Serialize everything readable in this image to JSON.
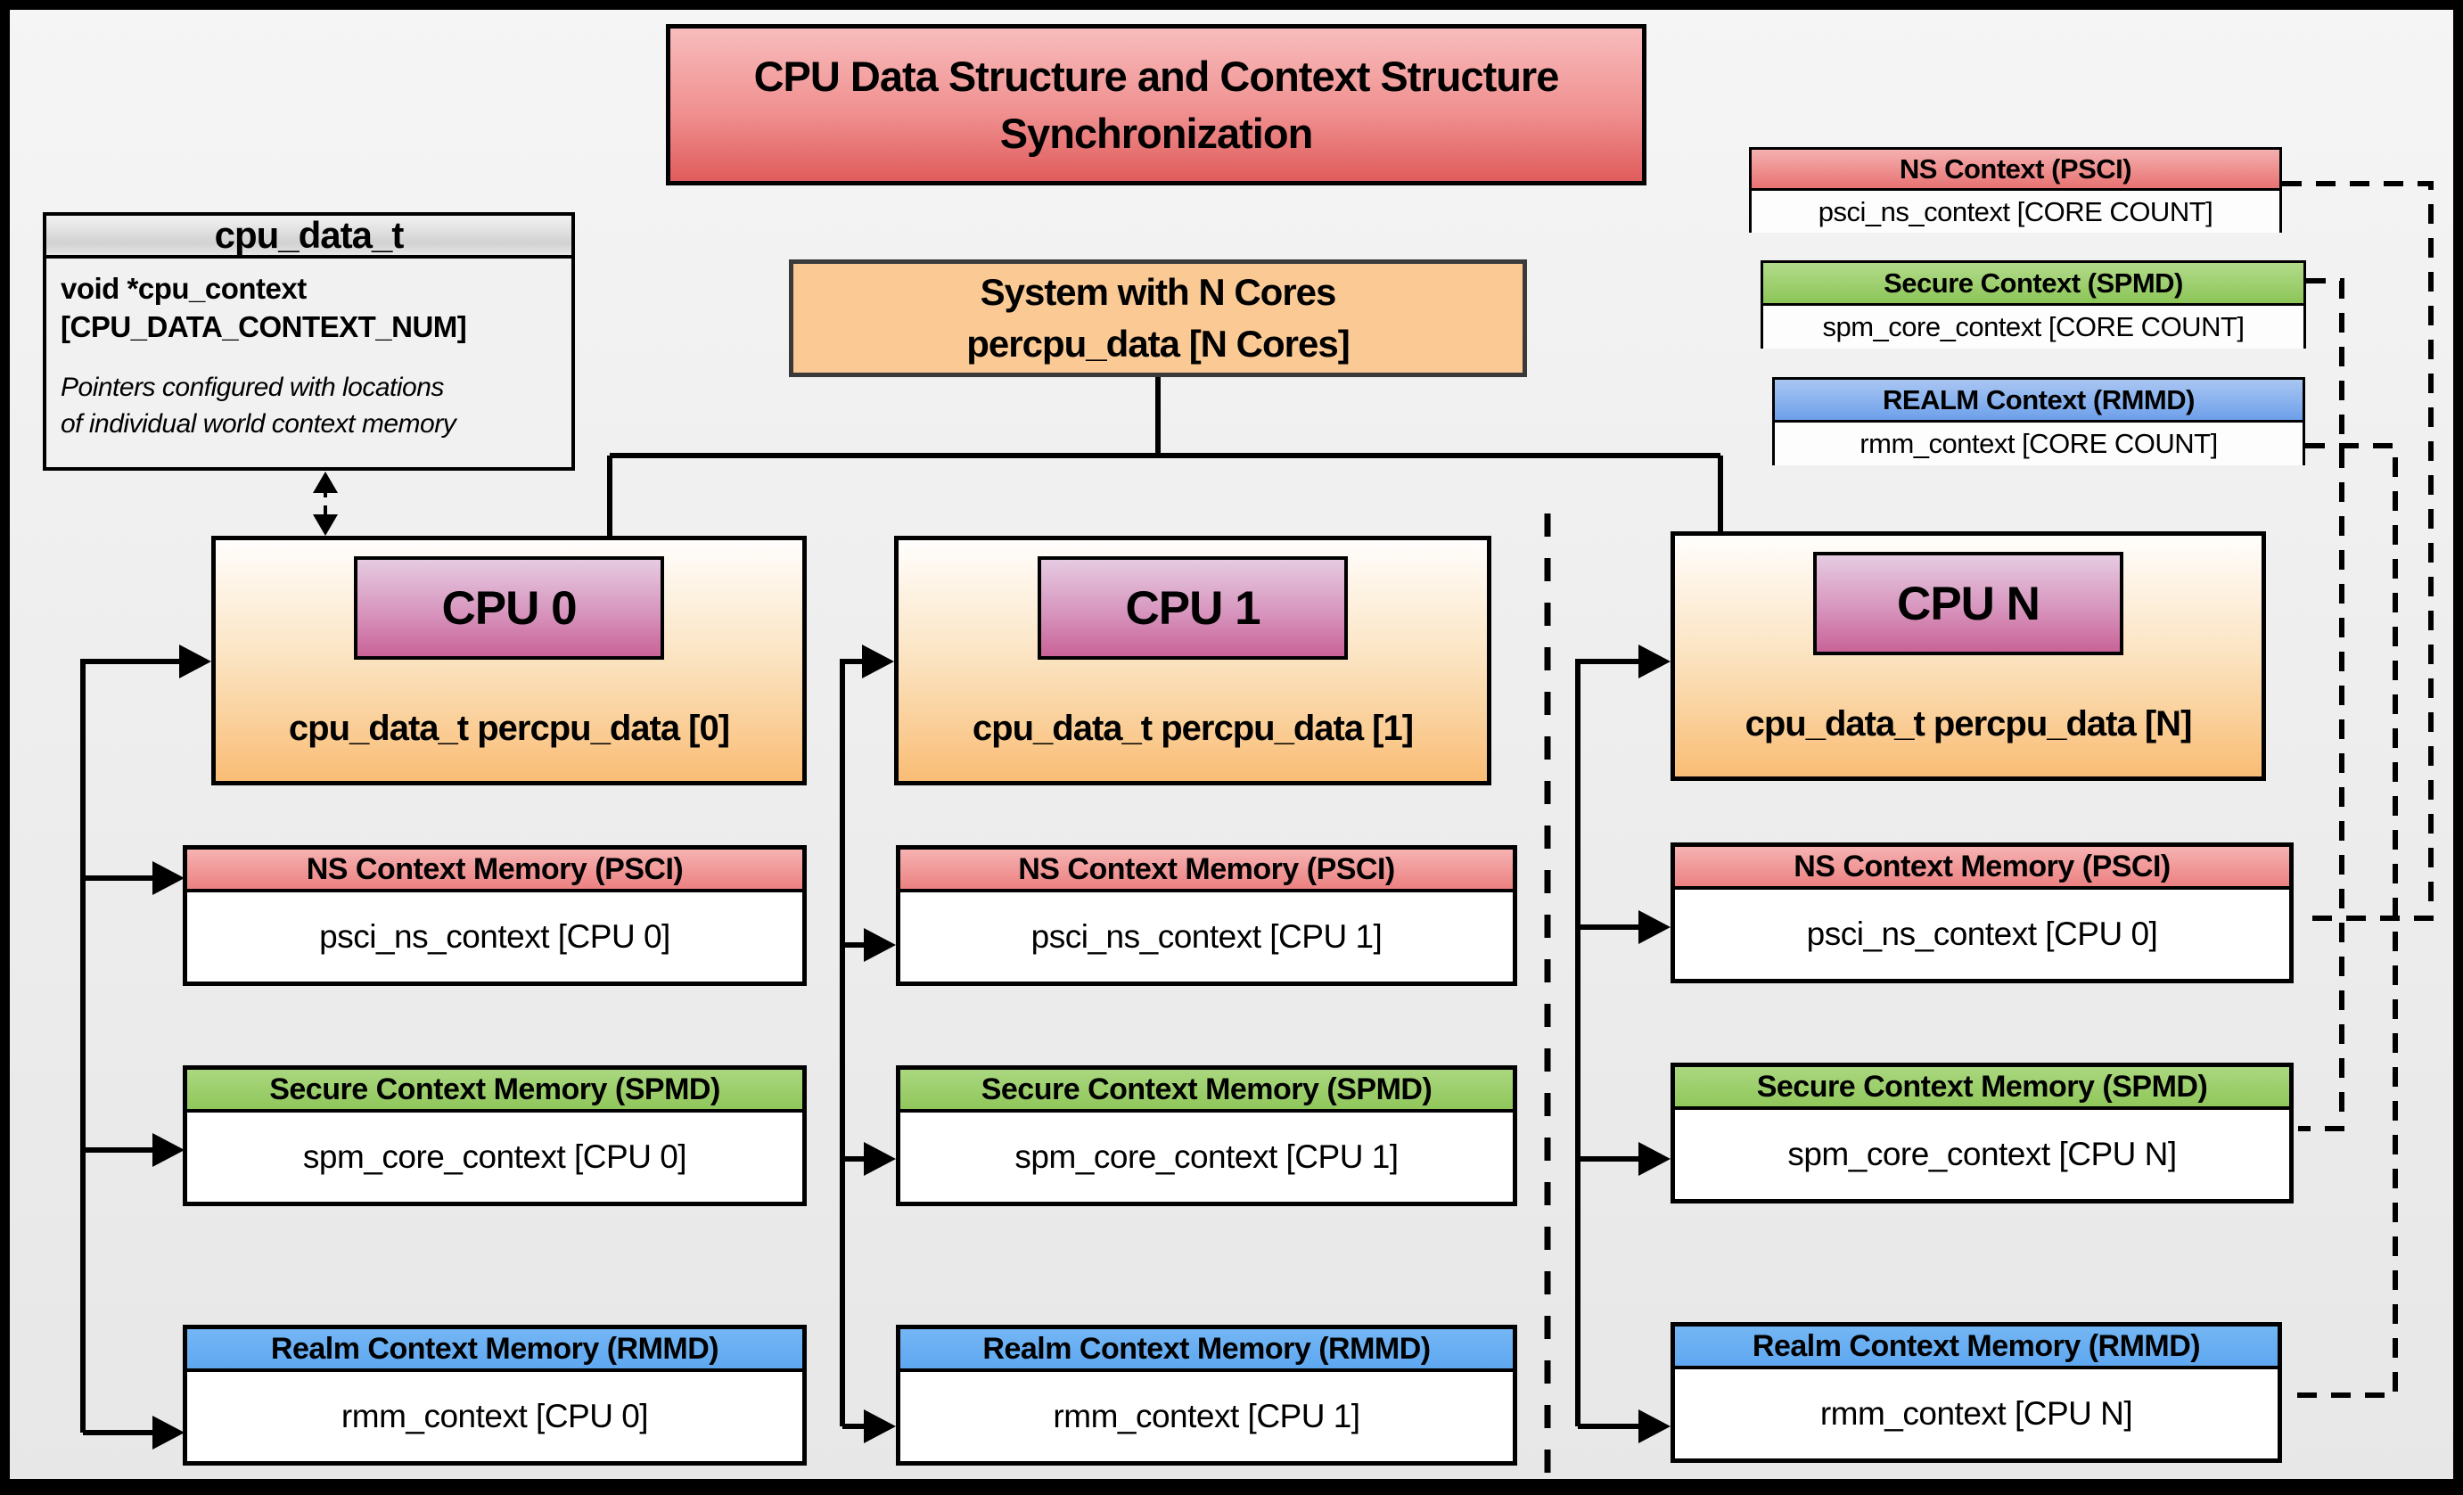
{
  "title": "CPU Data Structure and Context Structure Synchronization",
  "cpu_data_t": {
    "header": "cpu_data_t",
    "field_line1": "void  *cpu_context",
    "field_line2": "[CPU_DATA_CONTEXT_NUM]",
    "note_line1": "Pointers configured with locations",
    "note_line2": "of individual world context memory"
  },
  "system": {
    "line1": "System with N Cores",
    "line2": "percpu_data [N Cores]"
  },
  "legend": {
    "ns": {
      "header": "NS Context  (PSCI)",
      "body": "psci_ns_context [CORE COUNT]"
    },
    "secure": {
      "header": "Secure Context (SPMD)",
      "body": "spm_core_context [CORE COUNT]"
    },
    "realm": {
      "header": "REALM Context (RMMD)",
      "body": "rmm_context [CORE COUNT]"
    }
  },
  "cpus": [
    {
      "name": "CPU 0",
      "label": "cpu_data_t percpu_data [0]",
      "ns_header": "NS Context Memory (PSCI)",
      "ns_body": "psci_ns_context [CPU 0]",
      "secure_header": "Secure Context Memory (SPMD)",
      "secure_body": "spm_core_context [CPU 0]",
      "realm_header": "Realm Context Memory (RMMD)",
      "realm_body": "rmm_context [CPU 0]"
    },
    {
      "name": "CPU 1",
      "label": "cpu_data_t percpu_data [1]",
      "ns_header": "NS Context Memory (PSCI)",
      "ns_body": "psci_ns_context [CPU 1]",
      "secure_header": "Secure Context Memory (SPMD)",
      "secure_body": "spm_core_context [CPU 1]",
      "realm_header": "Realm Context Memory (RMMD)",
      "realm_body": "rmm_context [CPU 1]"
    },
    {
      "name": "CPU N",
      "label": "cpu_data_t percpu_data [N]",
      "ns_header": "NS Context Memory (PSCI)",
      "ns_body": "psci_ns_context [CPU 0]",
      "secure_header": "Secure Context Memory (SPMD)",
      "secure_body": "spm_core_context [CPU N]",
      "realm_header": "Realm Context Memory (RMMD)",
      "realm_body": "rmm_context [CPU N]"
    }
  ],
  "colors": {
    "ns_red": "#EC8181",
    "secure_green": "#90C75B",
    "realm_blue": "#5EA7F0",
    "system_orange": "#FAC994",
    "cpu_badge_pink": "#C96398",
    "title_red": "#E05C5C",
    "struct_gray": "#D2D2D2",
    "line_black": "#000000"
  }
}
